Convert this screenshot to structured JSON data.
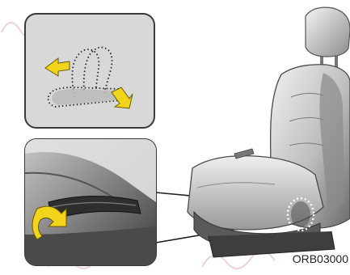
{
  "figure": {
    "code": "ORB03000",
    "callouts": [
      {
        "name": "seat-tilt-diagram",
        "arrows": [
          "forward-arrow",
          "backward-arrow"
        ]
      },
      {
        "name": "lever-closeup",
        "arrows": [
          "lift-arrow"
        ]
      }
    ],
    "colors": {
      "panel": "#d8d8d8",
      "panel_border": "#3a3a3a",
      "arrow": "#f2d51a",
      "seat_light": "#e6e6e6",
      "seat_dark": "#5a5a5a",
      "watermark": "#e7c7d3"
    }
  }
}
